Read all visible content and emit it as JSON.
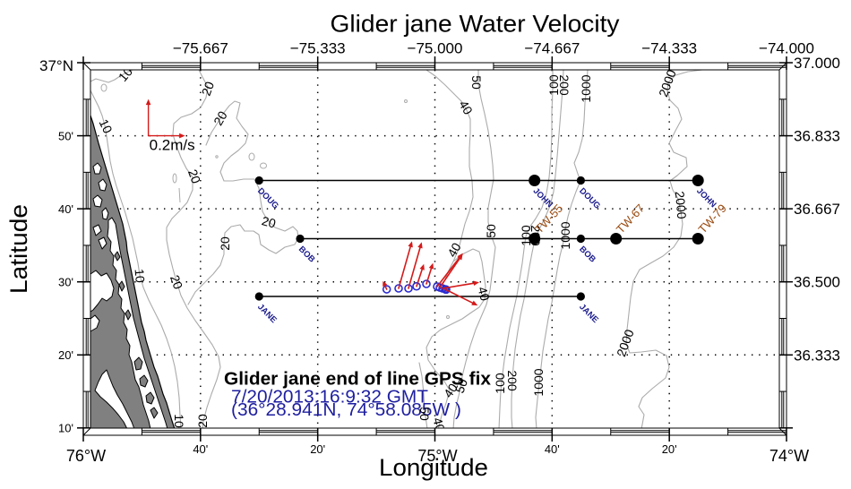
{
  "title": "Glider jane Water Velocity",
  "axes": {
    "x_title": "Longitude",
    "y_title": "Latitude",
    "bottom_ticks": [
      {
        "lon": -76.0,
        "label": "76°W",
        "degree": true
      },
      {
        "lon": -75.6667,
        "label": "40'",
        "degree": false
      },
      {
        "lon": -75.3333,
        "label": "20'",
        "degree": false
      },
      {
        "lon": -75.0,
        "label": "75°W",
        "degree": true
      },
      {
        "lon": -74.6667,
        "label": "40'",
        "degree": false
      },
      {
        "lon": -74.3333,
        "label": "20'",
        "degree": false
      },
      {
        "lon": -74.0,
        "label": "74°W",
        "degree": true
      }
    ],
    "top_ticks": [
      {
        "lon": -76.0,
        "label": ""
      },
      {
        "lon": -75.6667,
        "label": "−75.667"
      },
      {
        "lon": -75.3333,
        "label": "−75.333"
      },
      {
        "lon": -75.0,
        "label": "−75.000"
      },
      {
        "lon": -74.6667,
        "label": "−74.667"
      },
      {
        "lon": -74.3333,
        "label": "−74.333"
      },
      {
        "lon": -74.0,
        "label": "−74.000"
      }
    ],
    "left_ticks": [
      {
        "lat": 37.0,
        "label": "37°N",
        "degree": true
      },
      {
        "lat": 36.8333,
        "label": "50'",
        "degree": false
      },
      {
        "lat": 36.6667,
        "label": "40'",
        "degree": false
      },
      {
        "lat": 36.5,
        "label": "30'",
        "degree": false
      },
      {
        "lat": 36.3333,
        "label": "20'",
        "degree": false
      },
      {
        "lat": 36.1667,
        "label": "10'",
        "degree": false
      }
    ],
    "right_ticks": [
      {
        "lat": 37.0,
        "label": "37.000"
      },
      {
        "lat": 36.8333,
        "label": "36.833"
      },
      {
        "lat": 36.6667,
        "label": "36.667"
      },
      {
        "lat": 36.5,
        "label": "36.500"
      },
      {
        "lat": 36.3333,
        "label": "36.333"
      },
      {
        "lat": 36.1667,
        "label": ""
      }
    ]
  },
  "map": {
    "region": {
      "lon_min": -76.0,
      "lon_max": -74.0,
      "lat_min": 36.15,
      "lat_max": 37.0
    },
    "frame": {
      "lon_division_min": 10,
      "lat_division_min": 5
    },
    "grid": {
      "lon_lines": [
        -75.6667,
        -75.3333,
        -75.0,
        -74.6667,
        -74.3333
      ],
      "lat_lines": [
        36.8333,
        36.6667,
        36.5,
        36.3333
      ]
    },
    "contours": {
      "levels": [
        10,
        20,
        40,
        50,
        100,
        200,
        1000,
        2000
      ],
      "labels": [
        "10",
        "10",
        "10",
        "10",
        "20",
        "20",
        "20",
        "20",
        "20",
        "20",
        "20",
        "50",
        "40",
        "100",
        "200",
        "1000",
        "2000",
        "2000",
        "50",
        "100",
        "200",
        "1000",
        "40",
        "40",
        "2000",
        "1000",
        "100",
        "200",
        "40",
        "50",
        "50",
        "40"
      ]
    },
    "transects": [
      {
        "lat": 36.7313,
        "lon_start": -75.5,
        "lon_end": -74.2517
      },
      {
        "lat": 36.5985,
        "lon_start": -75.3834,
        "lon_end": -74.2517
      },
      {
        "lat": 36.4667,
        "lon_start": -75.5,
        "lon_end": -74.585
      }
    ],
    "waypoints": [
      {
        "label": "DOUG",
        "lon": -75.5,
        "lat": 36.7313,
        "marker": "small",
        "group": "glider"
      },
      {
        "label": "JOHN",
        "lon": -74.7167,
        "lat": 36.7313,
        "marker": "large",
        "group": "glider"
      },
      {
        "label": "DOUG",
        "lon": -74.585,
        "lat": 36.7313,
        "marker": "small",
        "group": "glider"
      },
      {
        "label": "JOHN",
        "lon": -74.2517,
        "lat": 36.7313,
        "marker": "large",
        "group": "glider"
      },
      {
        "label": "BOB",
        "lon": -75.3834,
        "lat": 36.5985,
        "marker": "small",
        "group": "glider"
      },
      {
        "label": "TW-55",
        "lon": -74.7167,
        "lat": 36.5985,
        "marker": "large",
        "group": "tw"
      },
      {
        "label": "BOB",
        "lon": -74.585,
        "lat": 36.5985,
        "marker": "small",
        "group": "glider"
      },
      {
        "label": "TW-67",
        "lon": -74.4849,
        "lat": 36.5985,
        "marker": "large",
        "group": "tw"
      },
      {
        "label": "TW-79",
        "lon": -74.2517,
        "lat": 36.5985,
        "marker": "large",
        "group": "tw"
      },
      {
        "label": "JANE",
        "lon": -75.5,
        "lat": 36.4667,
        "marker": "small",
        "group": "glider"
      },
      {
        "label": "JANE",
        "lon": -74.585,
        "lat": 36.4667,
        "marker": "small",
        "group": "glider"
      }
    ],
    "glider_track": {
      "glider": "jane",
      "points": [
        {
          "lon": -75.1371,
          "lat": 36.483,
          "u_mps": -0.021,
          "v_mps": 0.045
        },
        {
          "lon": -75.1032,
          "lat": 36.4851,
          "u_mps": 0.073,
          "v_mps": 0.257
        },
        {
          "lon": -75.0752,
          "lat": 36.4851,
          "u_mps": 0.072,
          "v_mps": 0.252
        },
        {
          "lon": -75.0522,
          "lat": 36.4898,
          "u_mps": 0.04,
          "v_mps": 0.122
        },
        {
          "lon": -75.0242,
          "lat": 36.4953,
          "u_mps": 0.036,
          "v_mps": 0.114
        },
        {
          "lon": -74.9936,
          "lat": 36.4892,
          "u_mps": 0.14,
          "v_mps": 0.182
        },
        {
          "lon": -74.986,
          "lat": 36.4871,
          "u_mps": 0.125,
          "v_mps": 0.183
        },
        {
          "lon": -74.9783,
          "lat": 36.4851,
          "u_mps": 0.2,
          "v_mps": 0.033
        },
        {
          "lon": -74.9707,
          "lat": 36.483,
          "u_mps": 0.177,
          "v_mps": -0.088
        },
        {
          "lon": -74.96808,
          "lat": 36.48235,
          "u_mps": null,
          "v_mps": null
        }
      ]
    },
    "scale_vector": {
      "label": "0.2m/s",
      "speed_mps": 0.2,
      "lon": -75.815,
      "lat": 36.8333
    }
  },
  "gps_fix": {
    "heading": "Glider jane end of line GPS fix",
    "time": "7/20/2013:16:9:32 GMT",
    "position": "(36°28.941N, 74°58.085W )"
  },
  "colors": {
    "land": "#808080",
    "contour": "#ababab",
    "transect": "#000000",
    "waypoint_marker": "#000000",
    "glider_label": "#1a1a8c",
    "tw_label": "#9a4a10",
    "track_marker": "#2b2bd0",
    "vector": "#d41a1a",
    "gps_text": "#1e1ea0"
  }
}
